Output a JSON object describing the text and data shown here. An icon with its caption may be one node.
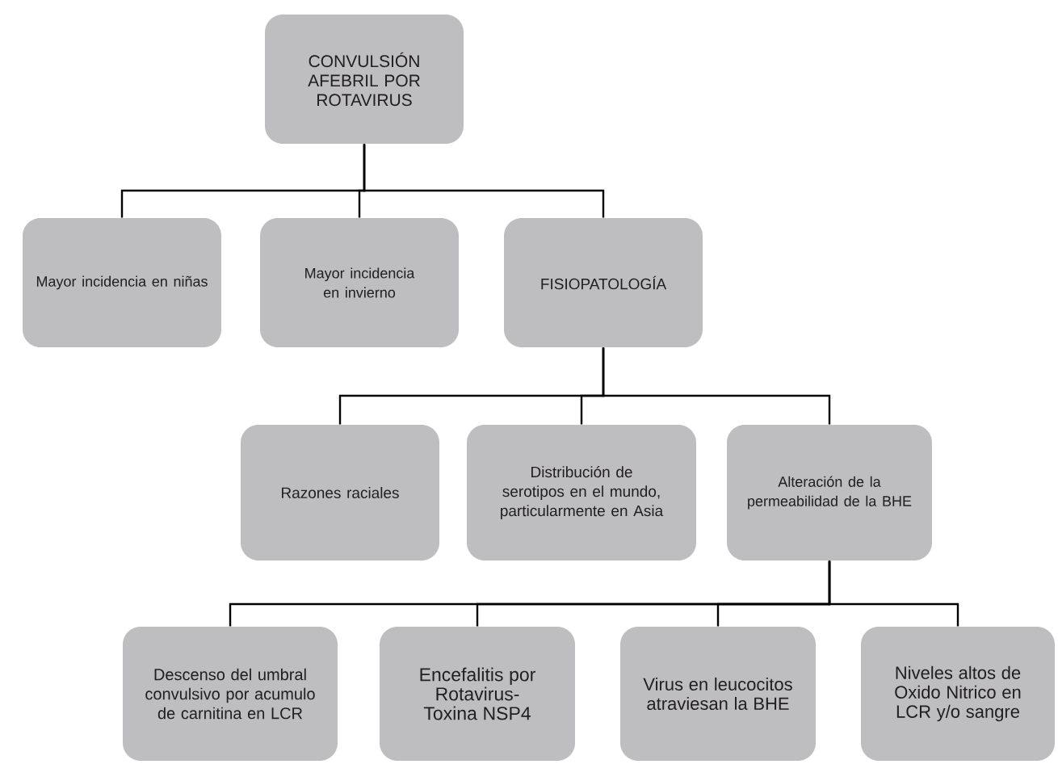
{
  "diagram": {
    "nodes": [
      {
        "text": [
          "CONVULSIÓN AFEBRIL POR ROTAVIRUS"
        ]
      },
      {
        "text": [
          "Mayor incidencia en niñas"
        ]
      },
      {
        "text": [
          "Mayor incidencia en invierno"
        ]
      },
      {
        "text": [
          "FISIOPATOLOGÍA"
        ]
      },
      {
        "text": [
          "Razones raciales"
        ]
      },
      {
        "text": [
          "Distribución de serotipos en el mundo, particularmente en Asia"
        ]
      },
      {
        "text": [
          "Alteración de la permeabilidad de la BHE"
        ]
      },
      {
        "text": [
          "Descenso del umbral convulsivo por acumulo de carnitina en LCR"
        ]
      },
      {
        "text": [
          "Encefalitis por Rotavirus-Toxina NSP4"
        ]
      },
      {
        "text": [
          "Virus en leucocitos atraviesan la BHE"
        ]
      },
      {
        "text": [
          "Niveles altos de Oxido Nitrico en LCR y/o sangre"
        ]
      }
    ],
    "edges": [
      {
        "from": 0,
        "to": 1,
        "arrow": "none"
      },
      {
        "from": 0,
        "to": 2,
        "arrow": "none"
      },
      {
        "from": 0,
        "to": 3,
        "arrow": "none"
      },
      {
        "from": 3,
        "to": 4,
        "arrow": "none"
      },
      {
        "from": 3,
        "to": 5,
        "arrow": "none"
      },
      {
        "from": 3,
        "to": 6,
        "arrow": "none"
      },
      {
        "from": 6,
        "to": 7,
        "arrow": "none"
      },
      {
        "from": 6,
        "to": 8,
        "arrow": "none"
      },
      {
        "from": 6,
        "to": 9,
        "arrow": "none"
      },
      {
        "from": 6,
        "to": 10,
        "arrow": "none"
      }
    ]
  }
}
